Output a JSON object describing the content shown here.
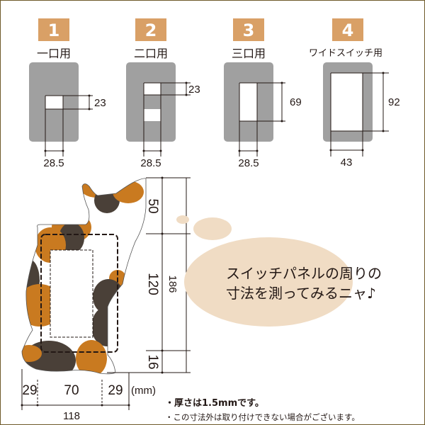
{
  "panels": [
    {
      "number": "1",
      "label": "一口用",
      "width": "28.5",
      "height": "23"
    },
    {
      "number": "2",
      "label": "二口用",
      "width": "28.5",
      "height": "23"
    },
    {
      "number": "3",
      "label": "三口用",
      "width": "28.5",
      "height": "69"
    },
    {
      "number": "4",
      "label": "ワイドスイッチ用",
      "width": "43",
      "height": "92"
    }
  ],
  "cat_plate": {
    "vertical": {
      "top": "50",
      "middle": "120",
      "bottom": "16",
      "total": "186"
    },
    "horizontal": {
      "left": "29",
      "middle": "70",
      "right": "29",
      "unit": "(mm)",
      "total": "118"
    }
  },
  "speech": {
    "line1": "スイッチパネルの周りの",
    "line2": "寸法を測ってみるニャ♪"
  },
  "notes": [
    "・厚さは1.5mmです。",
    "・この寸法外は取り付けできない場合がございます。"
  ],
  "colors": {
    "badge": "#d9a066",
    "plate": "#a0a0a0",
    "cat_orange": "#c97a20",
    "cat_dark": "#4a4038",
    "bubble": "#f0dcc4",
    "frame": "#6e5a2a"
  }
}
